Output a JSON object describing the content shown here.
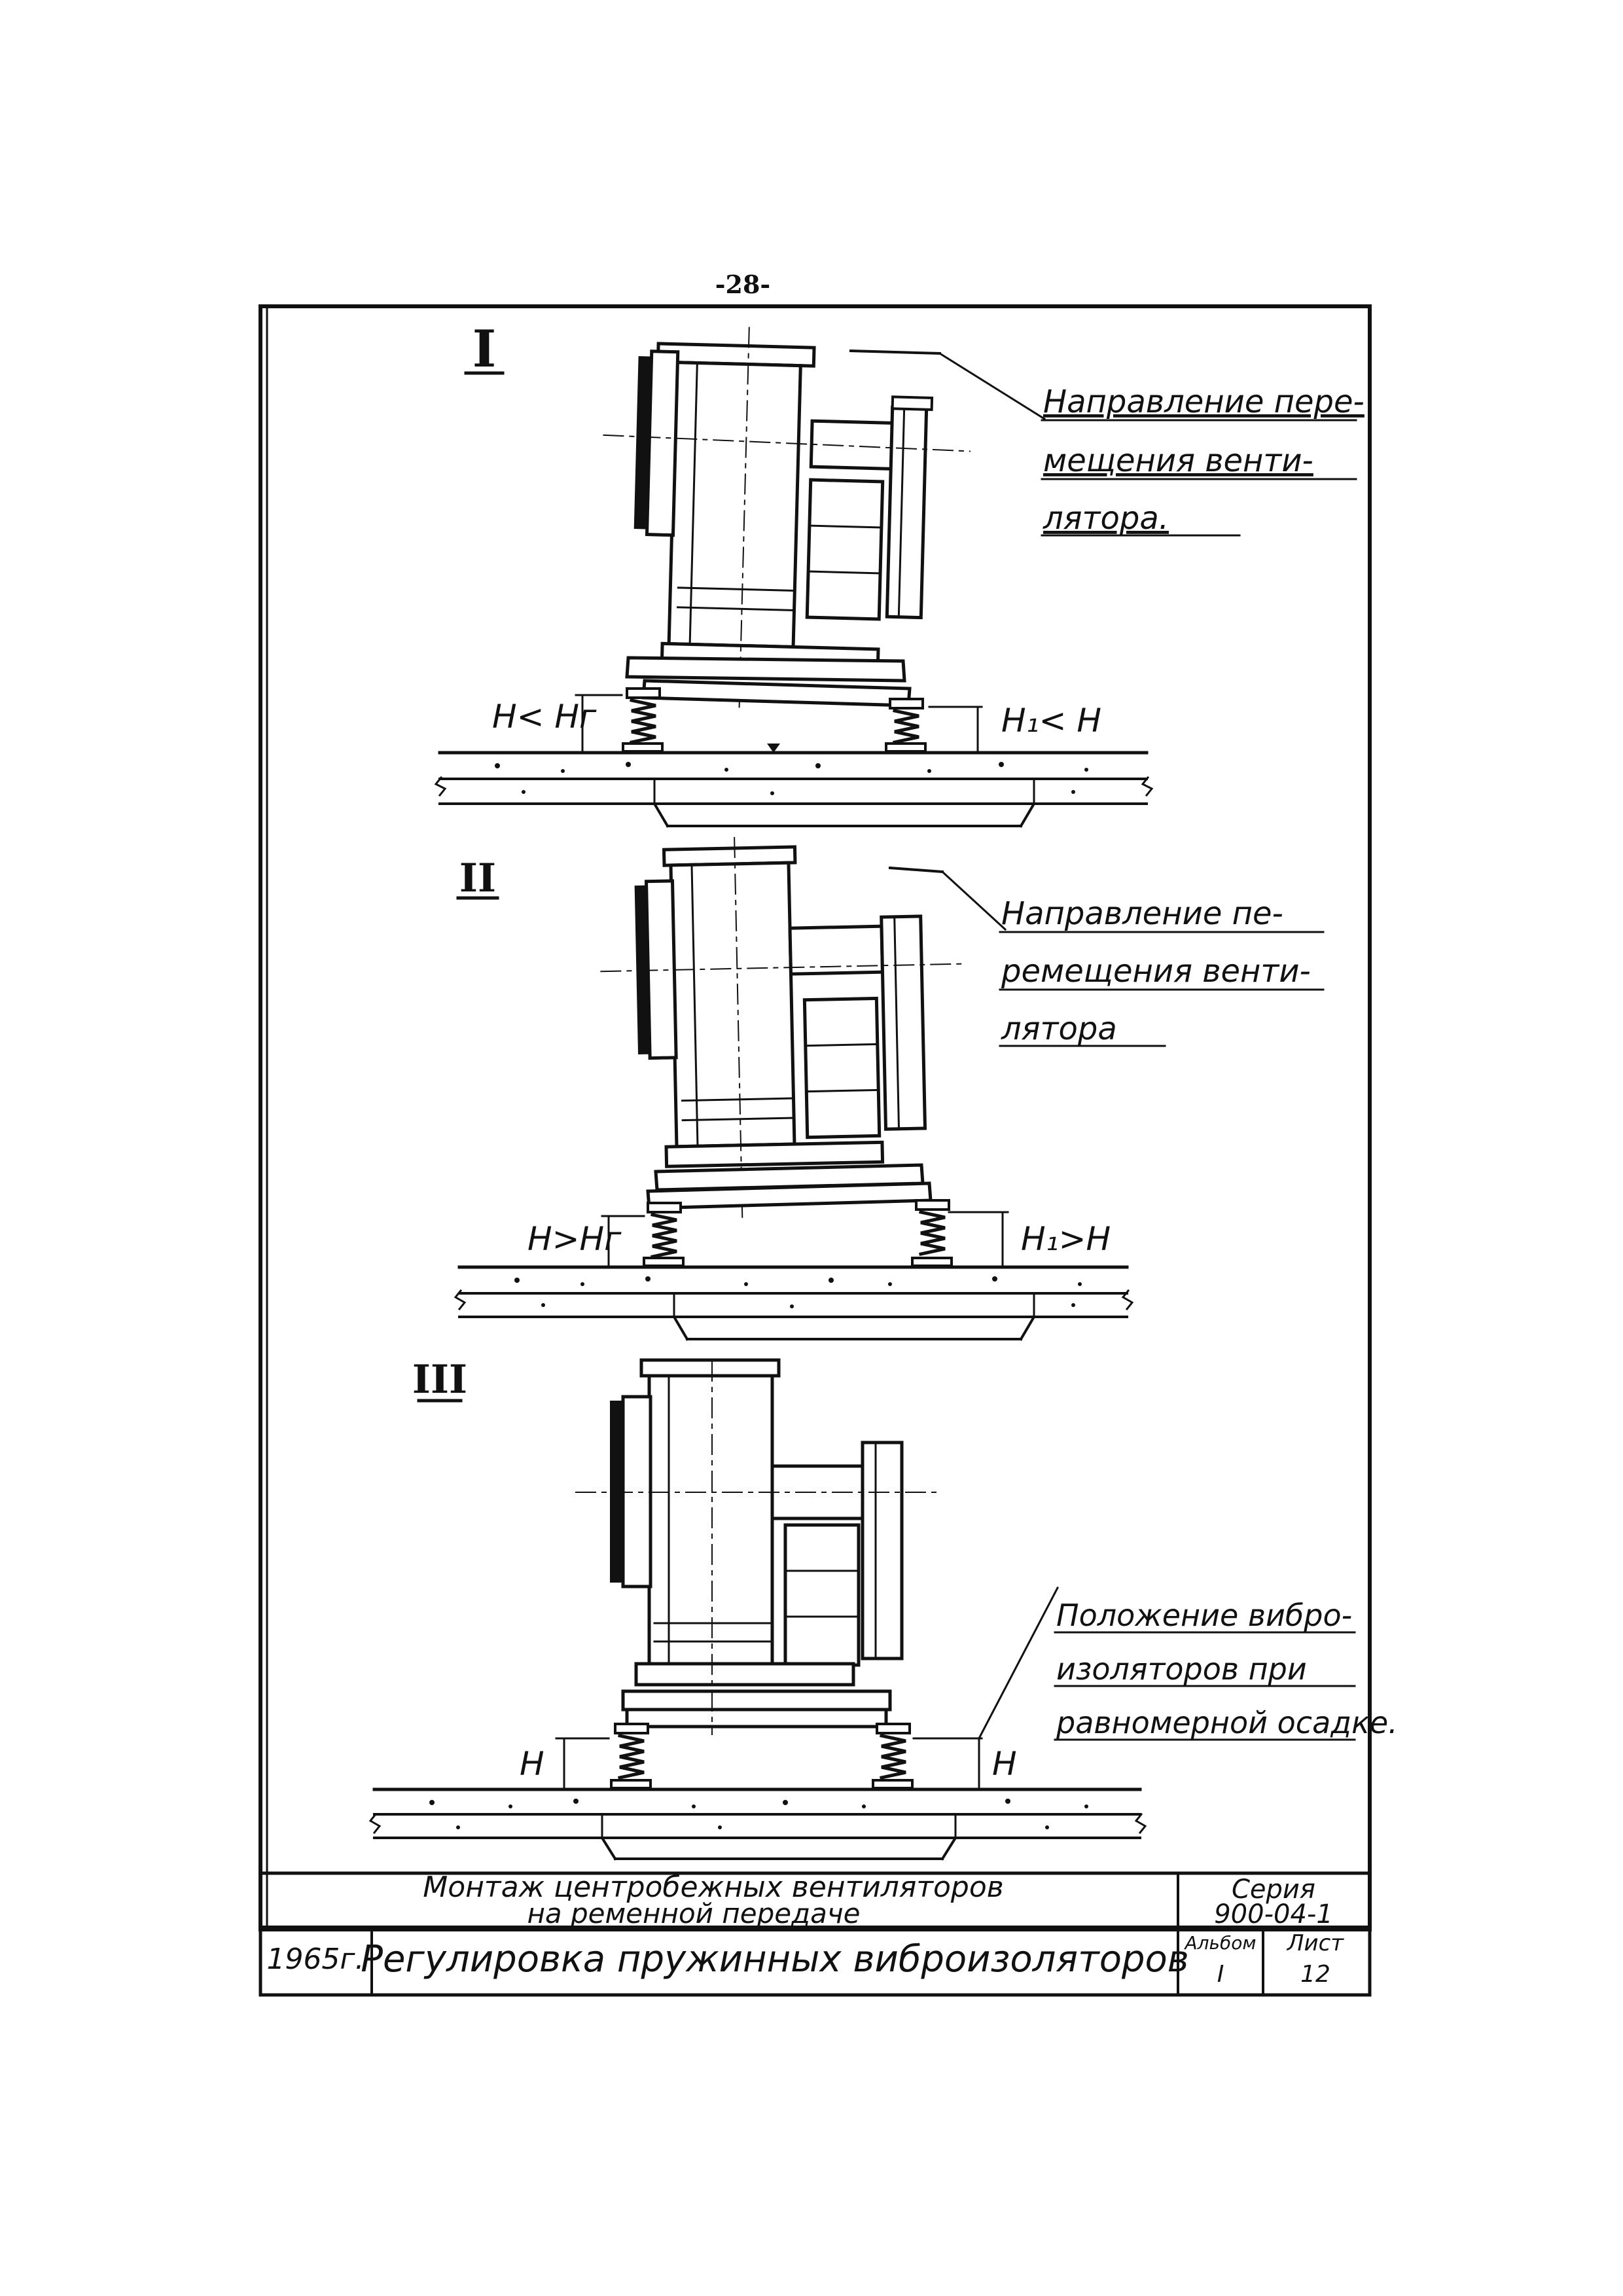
{
  "page_number": "-28-",
  "views": [
    {
      "roman": "I",
      "annotation_lines": [
        "Направление пере-",
        "мещения венти-",
        "лятора."
      ],
      "left_height_label": "H< Hг",
      "right_height_label": "H₁< H"
    },
    {
      "roman": "II",
      "annotation_lines": [
        "Направление пе-",
        "ремещения венти-",
        "лятора"
      ],
      "left_height_label": "H>Hг",
      "right_height_label": "H₁>H"
    },
    {
      "roman": "III",
      "annotation_lines": [
        "Положение вибро-",
        "изоляторов при",
        "равномерной осадке."
      ],
      "left_height_label": "H",
      "right_height_label": "H"
    }
  ],
  "title_block": {
    "title_line_1": "Монтаж центробежных вентиляторов",
    "title_line_2": "на ременной передаче",
    "series_label": "Серия",
    "series_value": "900-04-1",
    "year": "1965г.",
    "sheet_title": "Регулировка пружинных виброизоляторов",
    "album_label": "Альбом",
    "album_value": "I",
    "sheet_label": "Лист",
    "sheet_value": "12"
  }
}
